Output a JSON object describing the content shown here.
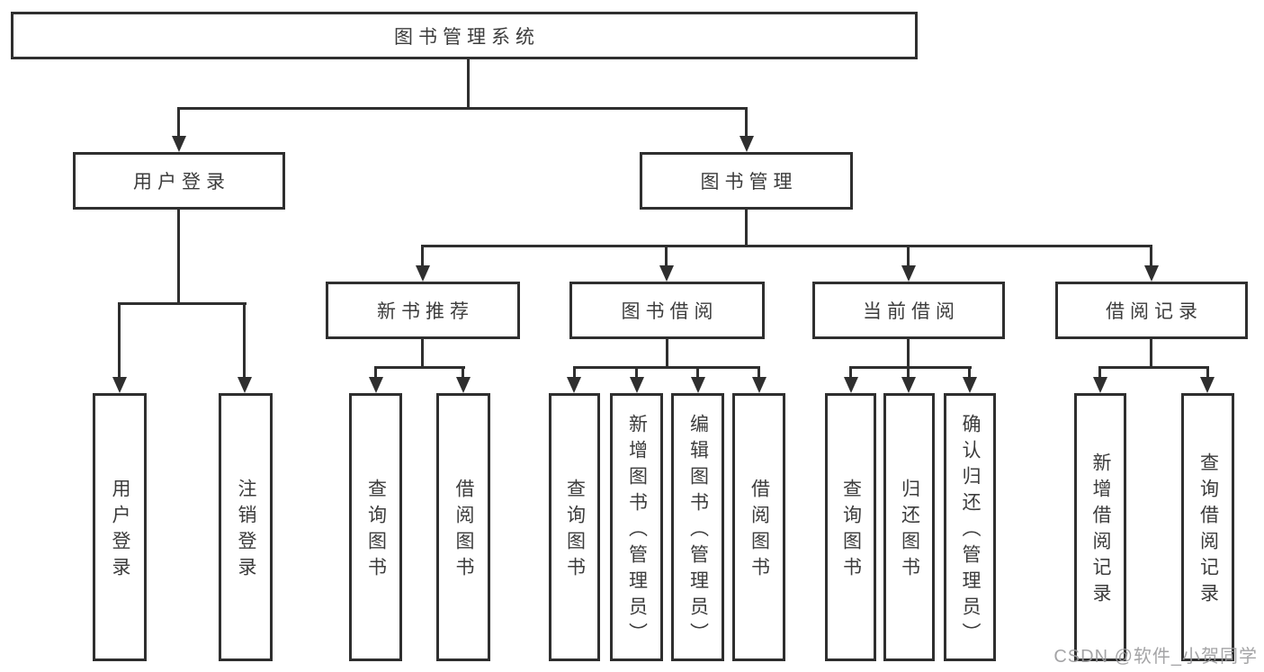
{
  "colors": {
    "line": "#2f2f2f",
    "text": "#3c3c3c",
    "background": "#ffffff",
    "watermark": "#9b9b9d"
  },
  "watermark": {
    "text": "CSDN @软件_小贺同学"
  },
  "tree": {
    "label": "图书管理系统",
    "children": [
      {
        "label": "用户登录",
        "children": [
          {
            "label": "用户登录"
          },
          {
            "label": "注销登录"
          }
        ]
      },
      {
        "label": "图书管理",
        "children": [
          {
            "label": "新书推荐",
            "children": [
              {
                "label": "查询图书"
              },
              {
                "label": "借阅图书"
              }
            ]
          },
          {
            "label": "图书借阅",
            "children": [
              {
                "label": "查询图书"
              },
              {
                "label": "新增图书（管理员）"
              },
              {
                "label": "编辑图书（管理员）"
              },
              {
                "label": "借阅图书"
              }
            ]
          },
          {
            "label": "当前借阅",
            "children": [
              {
                "label": "查询图书"
              },
              {
                "label": "归还图书"
              },
              {
                "label": "确认归还（管理员）"
              }
            ]
          },
          {
            "label": "借阅记录",
            "children": [
              {
                "label": "新增借阅记录"
              },
              {
                "label": "查询借阅记录"
              }
            ]
          }
        ]
      }
    ]
  }
}
